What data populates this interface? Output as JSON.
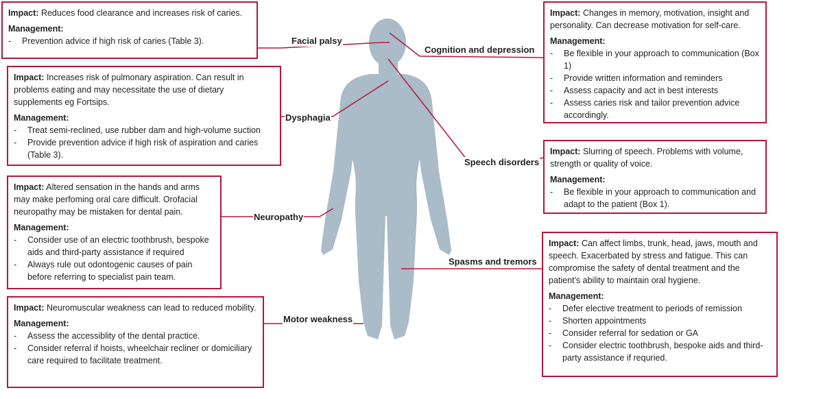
{
  "colors": {
    "accent": "#b5163a",
    "body_silhouette": "#a9bcc8",
    "text": "#231f20"
  },
  "impact_label": "Impact:",
  "management_label": "Management:",
  "conditions": {
    "facial_palsy": {
      "label": "Facial palsy",
      "impact": "Reduces food clearance and increases risk of caries.",
      "management": [
        "Prevention advice if high risk of caries (Table 3)."
      ]
    },
    "dysphagia": {
      "label": "Dysphagia",
      "impact": "Increases risk of pulmonary aspiration. Can result in problems eating and may necessitate the use of dietary supplements eg Fortsips.",
      "management": [
        "Treat semi-reclined, use rubber dam and high-volume suction",
        "Provide prevention advice if high risk of aspiration and caries (Table 3)."
      ]
    },
    "neuropathy": {
      "label": "Neuropathy",
      "impact": "Altered sensation in the hands and arms may make perfoming oral care difficult. Orofacial neuropathy may be mistaken for dental pain.",
      "management": [
        "Consider use of an electric toothbrush, bespoke aids and third-party assistance if required",
        "Always rule out odontogenic causes of pain before referring to specialist pain team."
      ]
    },
    "motor_weakness": {
      "label": "Motor weakness",
      "impact": "Neuromuscular weakness can lead to reduced mobility.",
      "management": [
        "Assess the accessiblity of the dental practice.",
        "Consider referral if hoists, wheelchair recliner or domiciliary care required to facilitate treatment."
      ]
    },
    "cognition_depression": {
      "label": "Cognition and depression",
      "impact": "Changes in memory, motivation, insight and personality. Can decrease motivation for self-care.",
      "management": [
        "Be flexible in your approach to communication (Box 1)",
        "Provide written information and reminders",
        "Assess capacity and act in best interests",
        "Assess caries risk and tailor prevention advice accordingly."
      ]
    },
    "speech_disorders": {
      "label": "Speech disorders",
      "impact": "Slurring of speech. Problems with volume, strength or quality of voice.",
      "management": [
        "Be flexible in your approach to communication and adapt to the patient (Box 1)."
      ]
    },
    "spasms_tremors": {
      "label": "Spasms and tremors",
      "impact": "Can affect limbs, trunk, head, jaws, mouth and speech. Exacerbated by stress and fatigue. This can compromise the safety of dental treatment and the patient's ability to maintain oral hygiene.",
      "management": [
        "Defer elective treatment to periods of remission",
        "Shorten appointments",
        "Consider referral for sedation or GA",
        "Consider electric toothbrush, bespoke aids and third-party assistance if requried."
      ]
    }
  }
}
